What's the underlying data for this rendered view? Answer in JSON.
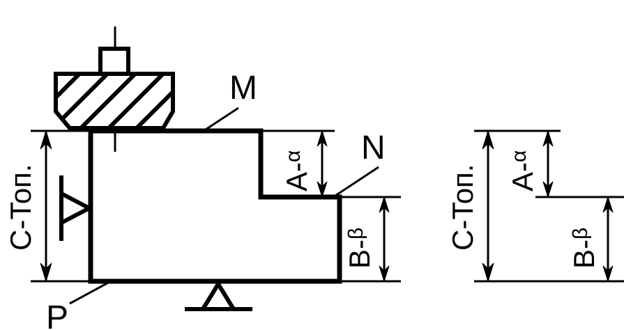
{
  "labels": {
    "surface_m": "M",
    "surface_n": "N",
    "surface_p": "P",
    "dim_a": "A-",
    "dim_a_sub": "α",
    "dim_b": "B-",
    "dim_b_sub": "β",
    "dim_c": "C-Топ.",
    "dim_a_right": "A-",
    "dim_a_sub_right": "α",
    "dim_b_right": "B-",
    "dim_b_sub_right": "β",
    "dim_c_right": "C-Топ."
  },
  "colors": {
    "stroke": "#000000",
    "background": "#ffffff"
  }
}
